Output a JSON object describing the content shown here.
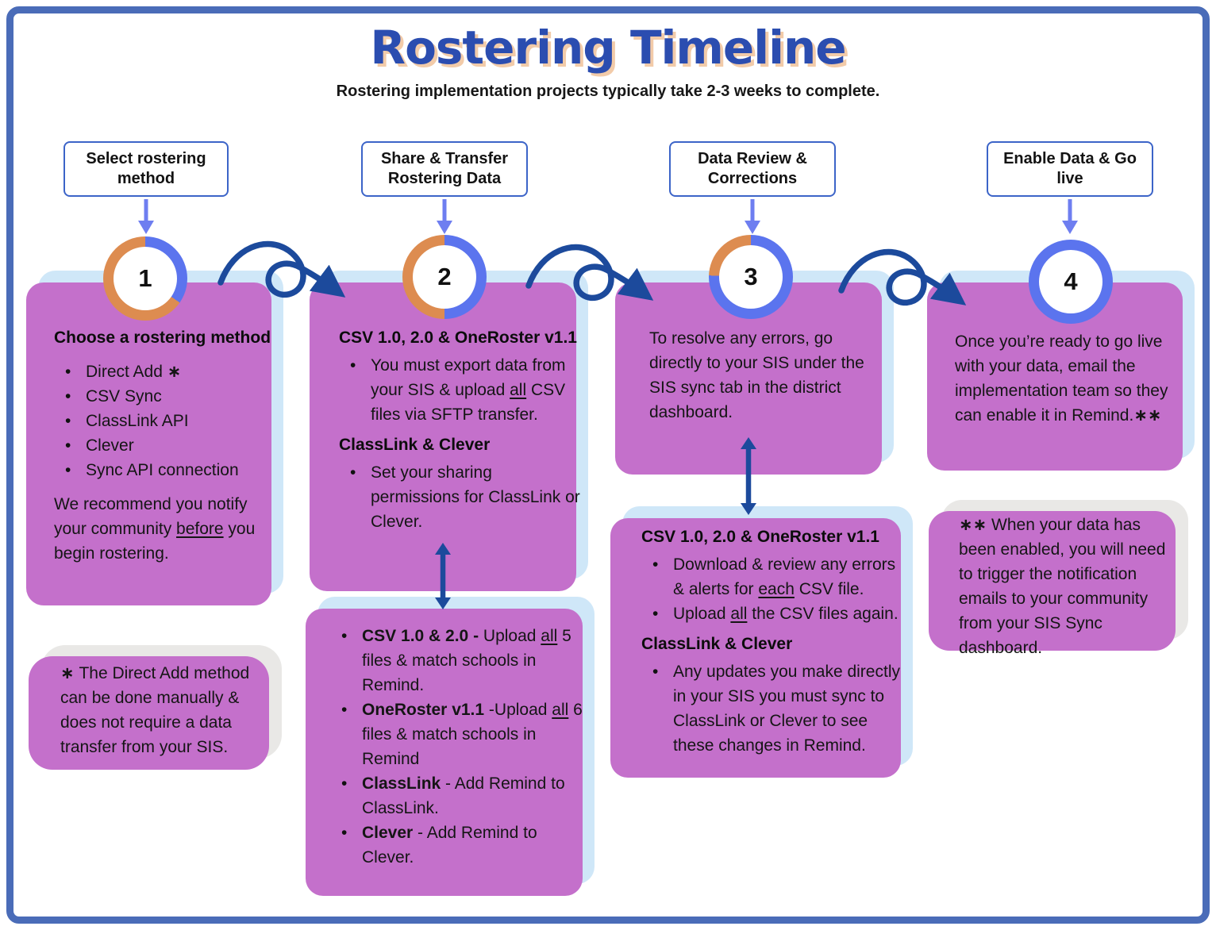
{
  "page": {
    "title": "Rostering Timeline",
    "subtitle": "Rostering implementation projects typically take 2-3 weeks to complete."
  },
  "colors": {
    "title_blue": "#2b4db0",
    "title_shadow": "#f2cba9",
    "ring_blue": "#5b74ee",
    "ring_orange": "#dd8c50",
    "card_blue": "#cfe7f8",
    "shadow_pink": "#c470cb",
    "note_grey": "#e9e8e6",
    "arrow_navy": "#1c4a9c",
    "arrow_periwinkle": "#6e7ef0",
    "box_border": "#3c64c8",
    "frame_border": "#4a6cb8"
  },
  "steps": [
    {
      "label": "Select rostering method",
      "number": "1",
      "progress_deg": 125
    },
    {
      "label": "Share & Transfer Rostering Data",
      "number": "2",
      "progress_deg": 180
    },
    {
      "label": "Data Review & Corrections",
      "number": "3",
      "progress_deg": 272
    },
    {
      "label": "Enable Data & Go live",
      "number": "4",
      "progress_deg": 360
    }
  ],
  "cards": {
    "step1": {
      "heading": "Choose a rostering method",
      "bullets": [
        [
          {
            "t": "Direct Add "
          },
          {
            "t": "∗",
            "b": true
          }
        ],
        [
          {
            "t": "CSV Sync"
          }
        ],
        [
          {
            "t": "ClassLink API"
          }
        ],
        [
          {
            "t": "Clever"
          }
        ],
        [
          {
            "t": "Sync API connection"
          }
        ]
      ],
      "para": [
        {
          "t": "We recommend you notify your community "
        },
        {
          "t": "before",
          "u": true
        },
        {
          "t": " you begin rostering."
        }
      ]
    },
    "step2_top": {
      "heading1": "CSV 1.0, 2.0 & OneRoster v1.1",
      "bullet1": [
        {
          "t": "You must export data from your SIS & upload "
        },
        {
          "t": "all",
          "u": true
        },
        {
          "t": " CSV files via SFTP transfer."
        }
      ],
      "heading2": "ClassLink & Clever",
      "bullet2": [
        {
          "t": "Set your sharing permissions for ClassLink or Clever."
        }
      ]
    },
    "step2_bottom": {
      "bullets": [
        [
          {
            "t": "CSV 1.0 & 2.0 - ",
            "b": true
          },
          {
            "t": "Upload "
          },
          {
            "t": "all",
            "u": true
          },
          {
            "t": " 5 files & match schools in Remind."
          }
        ],
        [
          {
            "t": "OneRoster v1.1",
            "b": true
          },
          {
            "t": " -Upload "
          },
          {
            "t": "all",
            "u": true
          },
          {
            "t": " 6 files & match schools in Remind"
          }
        ],
        [
          {
            "t": "ClassLink",
            "b": true
          },
          {
            "t": " - Add Remind to ClassLink."
          }
        ],
        [
          {
            "t": "Clever",
            "b": true
          },
          {
            "t": " - Add Remind to Clever."
          }
        ]
      ]
    },
    "step3_top": {
      "para": [
        {
          "t": "To resolve any errors, go directly to your SIS under the SIS sync tab in the district dashboard."
        }
      ]
    },
    "step3_bottom": {
      "heading1": "CSV 1.0, 2.0 & OneRoster v1.1",
      "bullets1": [
        [
          {
            "t": "Download & review any errors & alerts for "
          },
          {
            "t": "each",
            "u": true
          },
          {
            "t": " CSV file."
          }
        ],
        [
          {
            "t": "Upload "
          },
          {
            "t": "all",
            "u": true
          },
          {
            "t": " the CSV files again."
          }
        ]
      ],
      "heading2": "ClassLink & Clever",
      "bullets2": [
        [
          {
            "t": "Any updates you make directly in your SIS you must sync to ClassLink or Clever to see these changes in Remind."
          }
        ]
      ]
    },
    "step4": {
      "para": [
        {
          "t": "Once you’re ready to go live with your data, email the implementation team so they can enable it in Remind."
        },
        {
          "t": "∗∗",
          "b": true
        }
      ]
    }
  },
  "notes": {
    "note1": [
      {
        "t": "∗ ",
        "b": true
      },
      {
        "t": "The Direct Add method can be done manually & does not require a data transfer from your SIS."
      }
    ],
    "note2": [
      {
        "t": "∗∗",
        "b": true
      },
      {
        "t": "  When your data has been enabled, you will need to trigger the notification emails to your community from your SIS Sync dashboard."
      }
    ]
  }
}
